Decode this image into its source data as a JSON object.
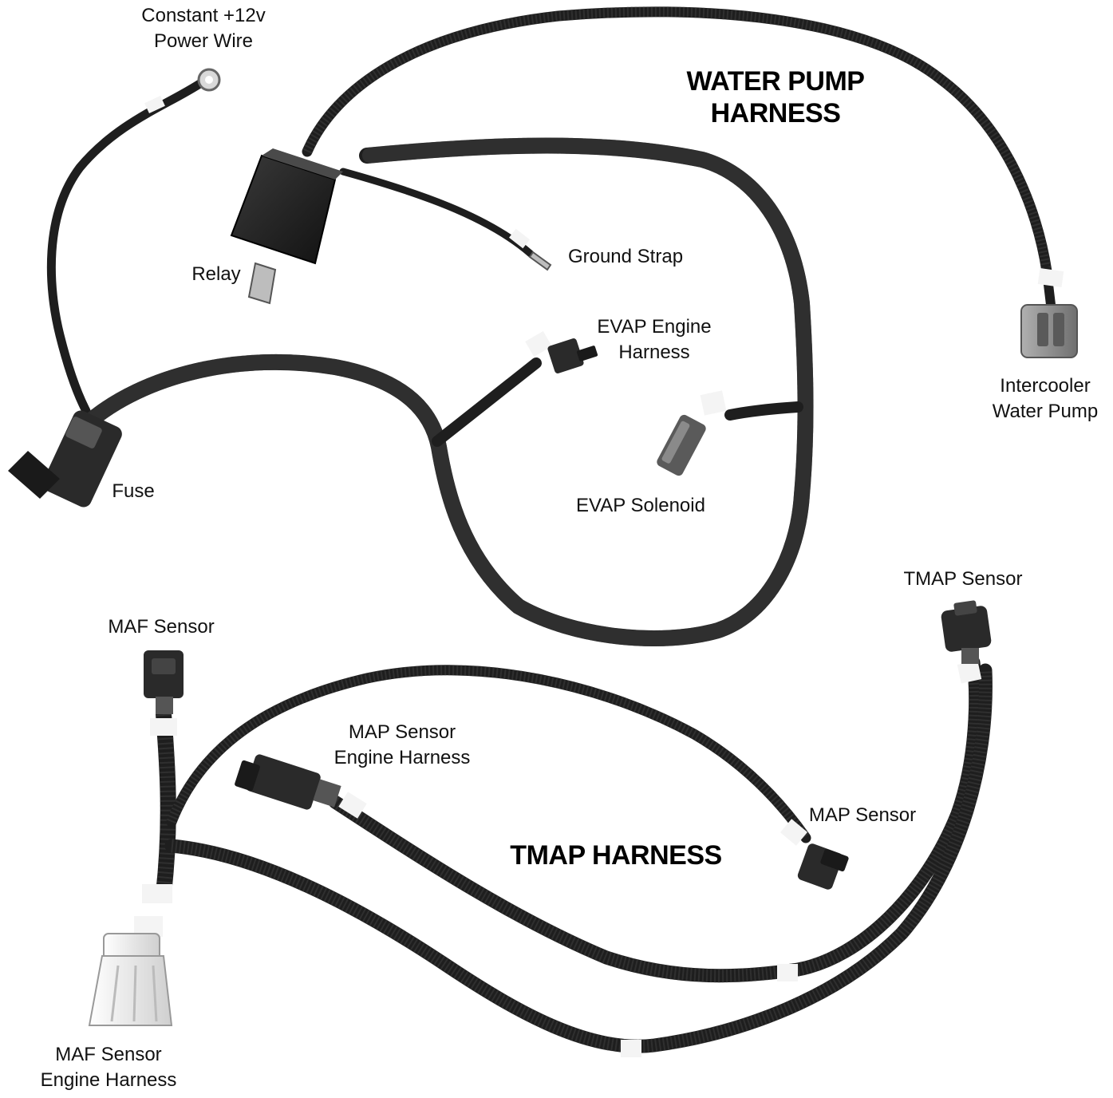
{
  "titles": {
    "water_pump": [
      "WATER PUMP",
      "HARNESS"
    ],
    "tmap": "TMAP HARNESS"
  },
  "labels": {
    "constant_power": [
      "Constant +12v",
      "Power Wire"
    ],
    "relay": "Relay",
    "ground_strap": "Ground Strap",
    "evap_engine": [
      "EVAP Engine",
      "Harness"
    ],
    "intercooler": [
      "Intercooler",
      "Water Pump"
    ],
    "fuse": "Fuse",
    "evap_solenoid": "EVAP Solenoid",
    "tmap_sensor": "TMAP Sensor",
    "maf_sensor": "MAF Sensor",
    "map_engine": [
      "MAP Sensor",
      "Engine Harness"
    ],
    "map_sensor": "MAP Sensor",
    "maf_engine": [
      "MAF Sensor",
      "Engine Harness"
    ]
  },
  "colors": {
    "wire": "#1e1e1e",
    "wire_rib": "#3a3a3a",
    "connector": "#2a2a2a",
    "connector_grey": "#8c8c8c",
    "connector_white": "#eeeeee",
    "tape": "#f4f4f4",
    "text": "#111111"
  }
}
